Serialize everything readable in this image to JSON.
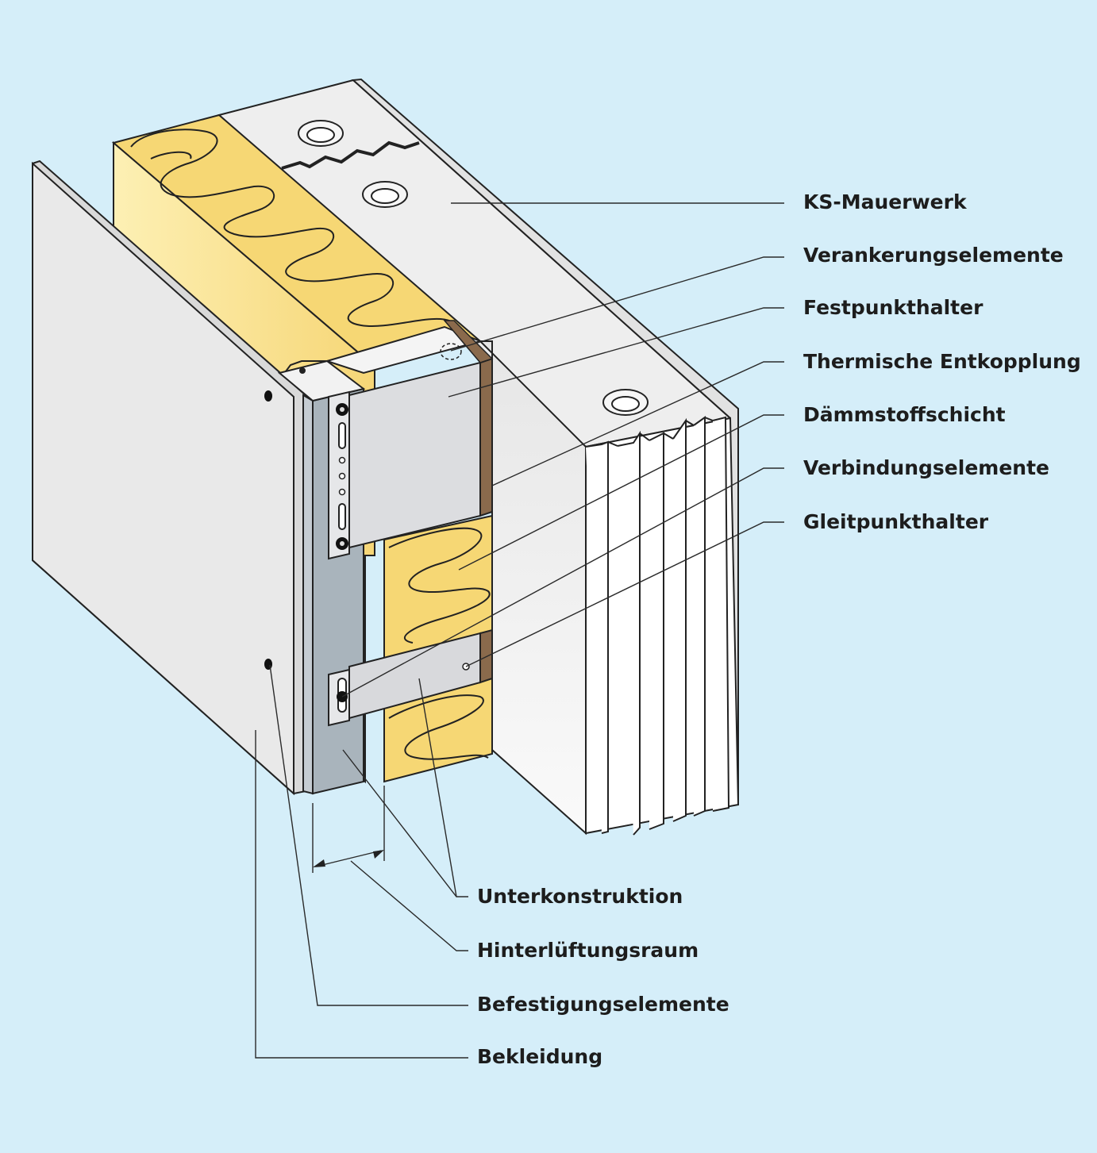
{
  "labels": {
    "ks_mauerwerk": "KS-Mauerwerk",
    "verankerungselemente": "Verankerungselemente",
    "festpunkthalter": "Festpunkthalter",
    "thermische_entkopplung": "Thermische Entkopplung",
    "daemmstoffschicht": "Dämmstoffschicht",
    "verbindungselemente": "Verbindungselemente",
    "gleitpunkthalter": "Gleitpunkthalter",
    "unterkonstruktion": "Unterkonstruktion",
    "hinterlueftungsraum": "Hinterlüftungsraum",
    "befestigungselemente": "Befestigungselemente",
    "bekleidung": "Bekleidung"
  },
  "colors": {
    "background": "#d5eef9",
    "masonry": "#ededed",
    "masonry_shade": "#dcdcdc",
    "insulation": "#f7dc7c",
    "insulation_light": "#fdf0b0",
    "cladding": "#e8e8e8",
    "substructure": "#a9b4bc",
    "bracket": "#dedfe0",
    "thermal_break": "#8a6a4c",
    "outline": "#222222"
  }
}
